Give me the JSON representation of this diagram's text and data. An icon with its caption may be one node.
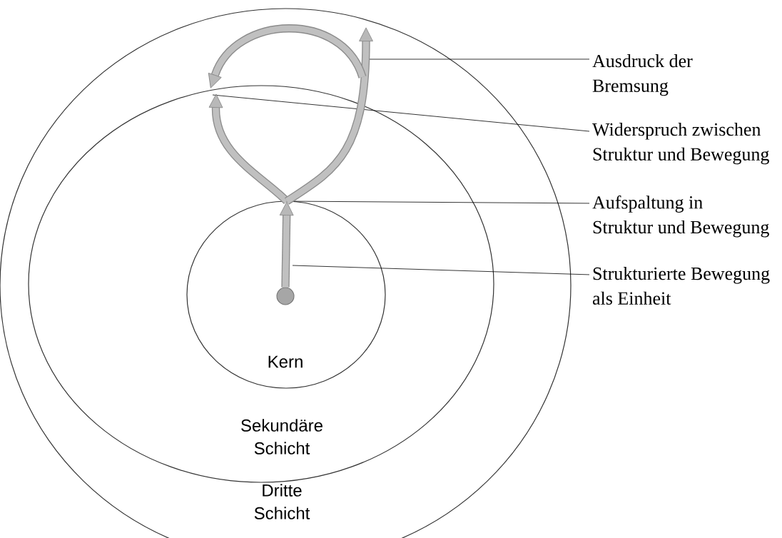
{
  "diagram": {
    "nodes": [
      {
        "text": [
          "Dritte Schicht"
        ]
      },
      {
        "text": [
          "Sekundäre Schicht"
        ],
        "in": 0
      },
      {
        "text": [
          "Kern"
        ],
        "in": 1
      },
      {
        "text": [
          "Ausdruck der Bremsung"
        ]
      },
      {
        "text": [
          "Widerspruch zwischen Struktur und Bewegung"
        ]
      },
      {
        "text": [
          "Aufspaltung in Struktur und Bewegung"
        ]
      },
      {
        "text": [
          "Strukturierte Bewegung als Einheit"
        ]
      },
      {
        "text": [],
        "shape": "circle",
        "in": 2
      }
    ],
    "edges": [
      {
        "from": 3,
        "to": 0,
        "arrow": "none"
      },
      {
        "from": 4,
        "to": 1,
        "arrow": "none"
      },
      {
        "from": 5,
        "to": 2,
        "arrow": "none"
      },
      {
        "from": 6,
        "to": 2,
        "arrow": "none"
      },
      {
        "from": 7,
        "to": null,
        "arrow": "to",
        "style": "thick",
        "color": "#8c8c8c"
      },
      {
        "from": 2,
        "to": 1,
        "arrow": "to",
        "style": "thick",
        "color": "#8c8c8c"
      },
      {
        "from": 2,
        "to": 0,
        "arrow": "to",
        "style": "thick",
        "color": "#8c8c8c"
      },
      {
        "from": null,
        "to": 1,
        "arrow": "to",
        "style": "thick",
        "color": "#8c8c8c"
      }
    ]
  }
}
